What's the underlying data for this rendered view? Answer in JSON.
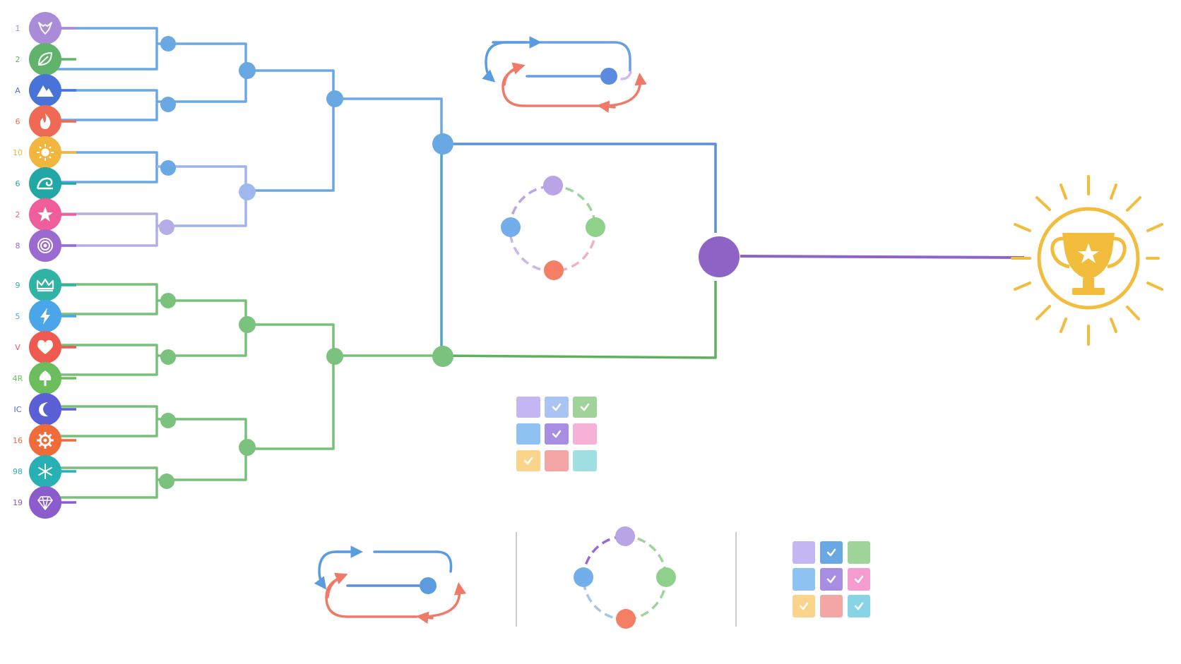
{
  "participants": [
    {
      "seed": "1",
      "icon": "wolf-icon",
      "color": "#a98bd8"
    },
    {
      "seed": "2",
      "icon": "leaf-icon",
      "color": "#5fb36b"
    },
    {
      "seed": "A",
      "icon": "mountain-icon",
      "color": "#4a73d9"
    },
    {
      "seed": "6",
      "icon": "flame-icon",
      "color": "#ef6a55"
    },
    {
      "seed": "10",
      "icon": "sun-icon",
      "color": "#f1b63d"
    },
    {
      "seed": "6",
      "icon": "wave-icon",
      "color": "#22a6a6"
    },
    {
      "seed": "2",
      "icon": "star-icon",
      "color": "#ef5d9a"
    },
    {
      "seed": "8",
      "icon": "target-icon",
      "color": "#9a6ad0"
    },
    {
      "seed": "9",
      "icon": "crown-icon",
      "color": "#2fb3a5"
    },
    {
      "seed": "5",
      "icon": "lightning-icon",
      "color": "#4aa6e8"
    },
    {
      "seed": "V",
      "icon": "heart-icon",
      "color": "#ef5a50"
    },
    {
      "seed": "4R",
      "icon": "tree-icon",
      "color": "#6cbd5e"
    },
    {
      "seed": "IC",
      "icon": "moon-icon",
      "color": "#5a5fd6"
    },
    {
      "seed": "16",
      "icon": "gear-icon",
      "color": "#f06b3a"
    },
    {
      "seed": "98",
      "icon": "snowflake-icon",
      "color": "#28b1b5"
    },
    {
      "seed": "19",
      "icon": "diamond-icon",
      "color": "#8a5ccc"
    }
  ],
  "colors": {
    "blue_bracket": "#6aa8e3",
    "green_bracket": "#78c07a",
    "lavender_bracket": "#b3aee8",
    "final": "#8e63c6",
    "trophy": "#f2bd3c"
  },
  "legend": [
    {
      "name": "cycle-loop"
    },
    {
      "name": "round-robin"
    },
    {
      "name": "checklist-grid"
    }
  ]
}
